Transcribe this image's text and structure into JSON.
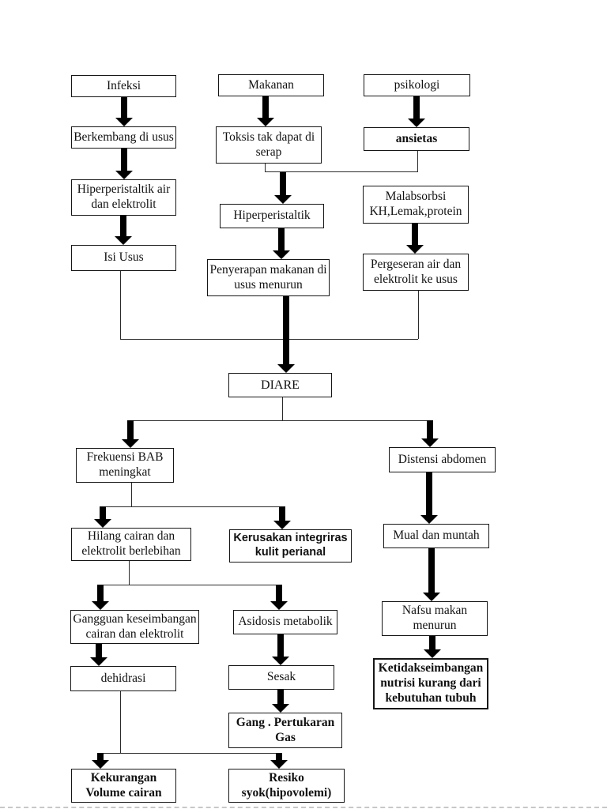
{
  "colors": {
    "background": "#ffffff",
    "box_border": "#161616",
    "text": "#111111",
    "arrow": "#000000",
    "page_break": "#c8c8c8"
  },
  "nodes": {
    "infeksi": {
      "label": "Infeksi"
    },
    "berkembang": {
      "label": "Berkembang di usus"
    },
    "hiper_air": {
      "label": "Hiperperistaltik air\ndan elektrolit"
    },
    "isi_usus": {
      "label": "Isi Usus"
    },
    "makanan": {
      "label": "Makanan"
    },
    "toksis": {
      "label": "Toksis tak dapat di\nserap"
    },
    "hiperperistaltik": {
      "label": "Hiperperistaltik"
    },
    "penyerapan": {
      "label": "Penyerapan makanan di\nusus menurun"
    },
    "psikologi": {
      "label": "psikologi"
    },
    "ansietas": {
      "label": "ansietas"
    },
    "malabsorbsi": {
      "label": "Malabsorbsi\nKH,Lemak,protein"
    },
    "pergeseran": {
      "label": "Pergeseran air dan\nelektrolit ke usus"
    },
    "diare": {
      "label": "DIARE"
    },
    "frekuensi": {
      "label": "Frekuensi BAB\nmeningkat"
    },
    "distensi": {
      "label": "Distensi abdomen"
    },
    "hilang": {
      "label": "Hilang cairan dan\nelektrolit berlebihan"
    },
    "kerusakan": {
      "label": "Kerusakan integriras\nkulit perianal"
    },
    "gangguan": {
      "label": "Gangguan keseimbangan\ncairan dan elektrolit"
    },
    "asidosis": {
      "label": "Asidosis metabolik"
    },
    "dehidrasi": {
      "label": "dehidrasi"
    },
    "sesak": {
      "label": "Sesak"
    },
    "gang_gas": {
      "label": "Gang . Pertukaran\nGas"
    },
    "kekurangan": {
      "label": "Kekurangan\nVolume cairan"
    },
    "resiko": {
      "label": "Resiko\nsyok(hipovolemi)"
    },
    "mual": {
      "label": "Mual dan muntah"
    },
    "nafsu": {
      "label": "Nafsu makan\nmenurun"
    },
    "ketidak": {
      "label": "Ketidakseimbangan\nnutrisi kurang dari\nkebutuhan tubuh"
    }
  }
}
